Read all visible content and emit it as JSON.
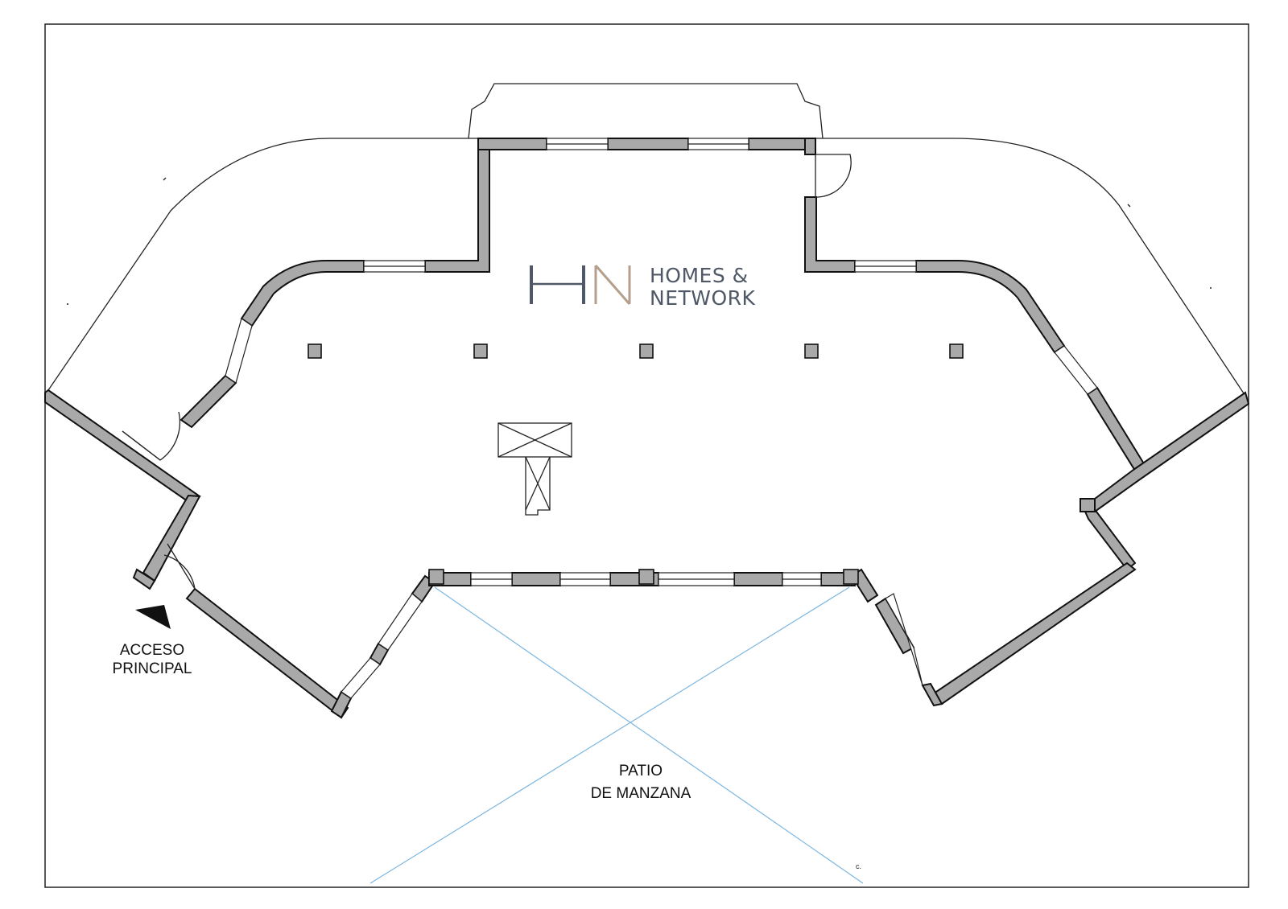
{
  "logo": {
    "monogram": "HN",
    "line1": "HOMES &",
    "line2": "NETWORK",
    "colors": {
      "h": "#4f5866",
      "n": "#b49e8c",
      "text": "#4f5866"
    }
  },
  "labels": {
    "access_line1": "ACCESO",
    "access_line2": "PRINCIPAL",
    "patio_line1": "PATIO",
    "patio_line2": "DE MANZANA",
    "corner_mark": "c."
  },
  "colors": {
    "wall_fill": "#a9a9a9",
    "line": "#111111",
    "patio_diagonal": "#7cb6e0"
  },
  "elements": {
    "structural_columns": 5,
    "entrance_arrow_icon": "triangle-arrow-icon"
  }
}
